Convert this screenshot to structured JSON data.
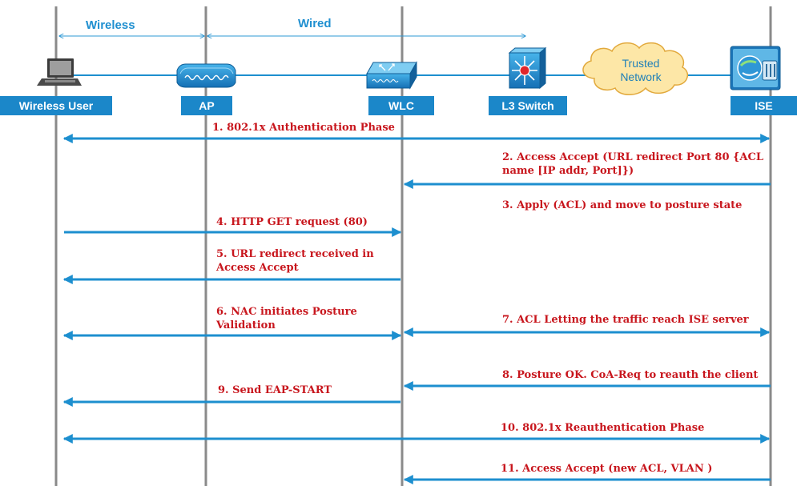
{
  "colors": {
    "lifeline": "#8a8a8a",
    "arrow": "#1d8fcf",
    "zone_arrow": "#2e98d4",
    "label_bg": "#1b87c9",
    "label_text": "#ffffff",
    "zone_text": "#1f8fd0",
    "message_text": "#c8161d",
    "cloud_fill": "#fde7a7",
    "cloud_stroke": "#e2a93c",
    "cloud_text": "#1f7fb8"
  },
  "zones": {
    "wireless": "Wireless",
    "wired": "Wired"
  },
  "nodes": [
    {
      "id": "user",
      "label": "Wireless User",
      "icon": "laptop-icon"
    },
    {
      "id": "ap",
      "label": "AP",
      "icon": "access-point-icon"
    },
    {
      "id": "wlc",
      "label": "WLC",
      "icon": "wireless-lan-controller-icon"
    },
    {
      "id": "l3",
      "label": "L3 Switch",
      "icon": "l3-switch-icon"
    },
    {
      "id": "ise",
      "label": "ISE",
      "icon": "ise-server-icon"
    }
  ],
  "cloud": {
    "line1": "Trusted",
    "line2": "Network"
  },
  "messages": [
    {
      "lines": [
        "1. 802.1x Authentication Phase"
      ],
      "from": "user",
      "to": "ise",
      "direction": "both"
    },
    {
      "lines": [
        "2. Access Accept (URL redirect Port 80 {ACL",
        "name [IP addr, Port]})"
      ],
      "from": "ise",
      "to": "wlc",
      "direction": "left"
    },
    {
      "lines": [
        "3. Apply (ACL) and move to posture state"
      ],
      "direction": "none"
    },
    {
      "lines": [
        "4. HTTP GET request (80)"
      ],
      "from": "user",
      "to": "wlc",
      "direction": "right"
    },
    {
      "lines": [
        "5. URL redirect received in",
        "Access Accept"
      ],
      "from": "wlc",
      "to": "user",
      "direction": "left"
    },
    {
      "lines": [
        "6. NAC initiates Posture",
        "Validation"
      ],
      "from": "user",
      "to": "wlc",
      "direction": "both"
    },
    {
      "lines": [
        "7. ACL Letting the traffic reach ISE server"
      ],
      "from": "wlc",
      "to": "ise",
      "direction": "both"
    },
    {
      "lines": [
        "8. Posture OK.  CoA-Req to reauth the client"
      ],
      "from": "ise",
      "to": "wlc",
      "direction": "left"
    },
    {
      "lines": [
        "9. Send EAP-START"
      ],
      "from": "wlc",
      "to": "user",
      "direction": "left"
    },
    {
      "lines": [
        "10. 802.1x Reauthentication Phase"
      ],
      "from": "user",
      "to": "ise",
      "direction": "both"
    },
    {
      "lines": [
        "11. Access Accept (new ACL, VLAN )"
      ],
      "from": "ise",
      "to": "wlc",
      "direction": "left"
    }
  ]
}
